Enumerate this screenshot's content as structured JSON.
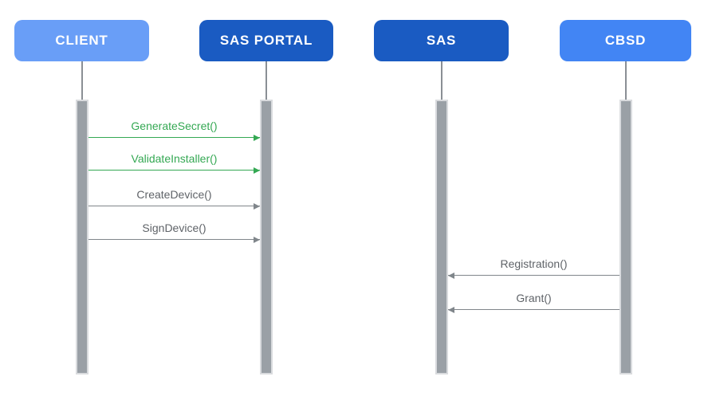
{
  "diagram": {
    "type": "sequence-diagram",
    "background": "#ffffff"
  },
  "actors": [
    {
      "id": "client",
      "label": "CLIENT",
      "color": "#699ef7",
      "text_color": "#ffffff"
    },
    {
      "id": "sas-portal",
      "label": "SAS PORTAL",
      "color": "#1a5bc2",
      "text_color": "#ffffff"
    },
    {
      "id": "sas",
      "label": "SAS",
      "color": "#1a5bc2",
      "text_color": "#ffffff"
    },
    {
      "id": "cbsd",
      "label": "CBSD",
      "color": "#4285f4",
      "text_color": "#ffffff"
    }
  ],
  "messages": [
    {
      "label": "GenerateSecret()",
      "from": "CLIENT",
      "to": "SAS PORTAL",
      "direction": "right",
      "color": "#34a853"
    },
    {
      "label": "ValidateInstaller()",
      "from": "CLIENT",
      "to": "SAS PORTAL",
      "direction": "right",
      "color": "#34a853"
    },
    {
      "label": "CreateDevice()",
      "from": "CLIENT",
      "to": "SAS PORTAL",
      "direction": "right",
      "color": "#80868b",
      "label_color": "#5f6368"
    },
    {
      "label": "SignDevice()",
      "from": "CLIENT",
      "to": "SAS PORTAL",
      "direction": "right",
      "color": "#80868b",
      "label_color": "#5f6368"
    },
    {
      "label": "Registration()",
      "from": "CBSD",
      "to": "SAS",
      "direction": "left",
      "color": "#80868b",
      "label_color": "#5f6368"
    },
    {
      "label": "Grant()",
      "from": "CBSD",
      "to": "SAS",
      "direction": "left",
      "color": "#80868b",
      "label_color": "#5f6368"
    }
  ],
  "colors": {
    "activation_bar": "#9aa0a6",
    "activation_border": "#d9dbde",
    "lifeline": "#8a8f95",
    "green_message": "#34a853",
    "gray_message_text": "#5f6368",
    "gray_message_arrow": "#80868b"
  },
  "label_colors": {
    "m0": "#34a853",
    "m1": "#34a853",
    "m2": "#5f6368",
    "m3": "#5f6368",
    "m4": "#5f6368",
    "m5": "#5f6368"
  }
}
